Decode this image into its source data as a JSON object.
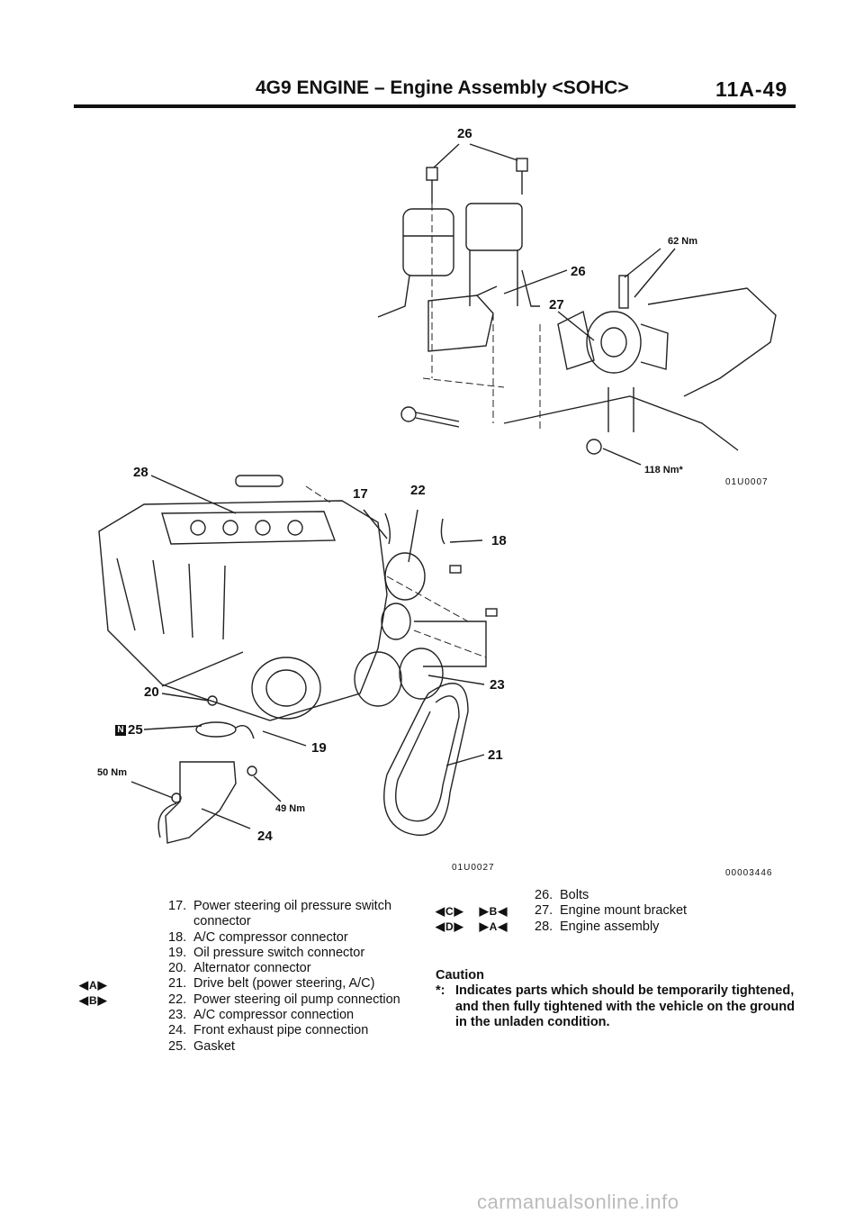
{
  "header": {
    "title": "4G9 ENGINE – Engine Assembly <SOHC>",
    "page": "11A-49"
  },
  "figure": {
    "callouts": {
      "c26a": "26",
      "c26b": "26",
      "c27": "27",
      "t62": "62 Nm",
      "t118": "118 Nm*",
      "c28": "28",
      "c17": "17",
      "c22": "22",
      "c18": "18",
      "c23": "23",
      "c20": "20",
      "c25": "25",
      "c19": "19",
      "c21": "21",
      "t50": "50 Nm",
      "t49": "49 Nm",
      "c24": "24"
    },
    "codes": {
      "top": "01U0007",
      "bottom_left": "01U0027",
      "bottom_right": "00003446"
    }
  },
  "parts_left": [
    {
      "num": "17.",
      "text": "Power steering oil pressure switch"
    },
    {
      "num": "",
      "text": "connector"
    },
    {
      "num": "18.",
      "text": "A/C compressor connector"
    },
    {
      "num": "19.",
      "text": "Oil pressure switch connector"
    },
    {
      "num": "20.",
      "text": "Alternator connector"
    },
    {
      "num": "21.",
      "text": "Drive belt (power steering, A/C)"
    },
    {
      "num": "22.",
      "text": "Power steering oil pump connection"
    },
    {
      "num": "23.",
      "text": "A/C compressor connection"
    },
    {
      "num": "24.",
      "text": "Front exhaust pipe connection"
    },
    {
      "num": "25.",
      "text": "Gasket"
    }
  ],
  "parts_right": [
    {
      "num": "26.",
      "text": "Bolts"
    },
    {
      "num": "27.",
      "text": "Engine mount bracket"
    },
    {
      "num": "28.",
      "text": "Engine assembly"
    }
  ],
  "marks": {
    "a": "A",
    "b": "B",
    "c_rem": "C",
    "b_ins": "B",
    "d_rem": "D",
    "a_ins": "A"
  },
  "caution": {
    "title": "Caution",
    "ast": "*:",
    "text": "Indicates parts which should be temporarily tightened, and then fully tightened with the vehicle on the ground in the unladen condition."
  },
  "footer": "carmanualsonline.info"
}
